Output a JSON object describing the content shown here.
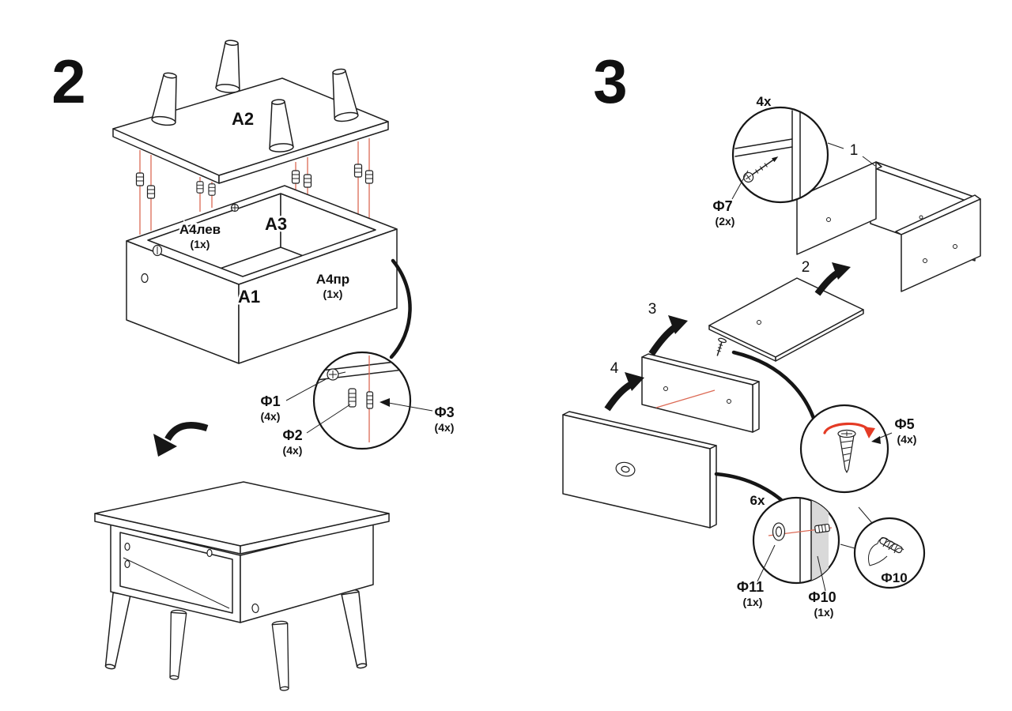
{
  "colors": {
    "line": "#1f1f1f",
    "guide_red": "#dc6a55",
    "rotation_red": "#e43b25",
    "shade_gray": "#d9d9d9"
  },
  "step2": {
    "number": "2",
    "panel_top": "A2",
    "panel_back": "A3",
    "panel_bottom": "A1",
    "panel_left": "А4лев",
    "panel_left_qty": "(1x)",
    "panel_right": "А4пр",
    "panel_right_qty": "(1x)",
    "hw1": "Ф1",
    "hw1_qty": "(4x)",
    "hw2": "Ф2",
    "hw2_qty": "(4x)",
    "hw3": "Ф3",
    "hw3_qty": "(4x)"
  },
  "step3": {
    "number": "3",
    "screws_count": "4x",
    "part1": "1",
    "part2": "2",
    "part3": "3",
    "part4": "4",
    "hw7": "Ф7",
    "hw7_qty": "(2x)",
    "hw5": "Ф5",
    "hw5_qty": "(4x)",
    "cams_count": "6x",
    "hw11": "Ф11",
    "hw11_qty": "(1x)",
    "hw10": "Ф10",
    "hw10_qty": "(1x)",
    "hw10b": "Ф10"
  }
}
